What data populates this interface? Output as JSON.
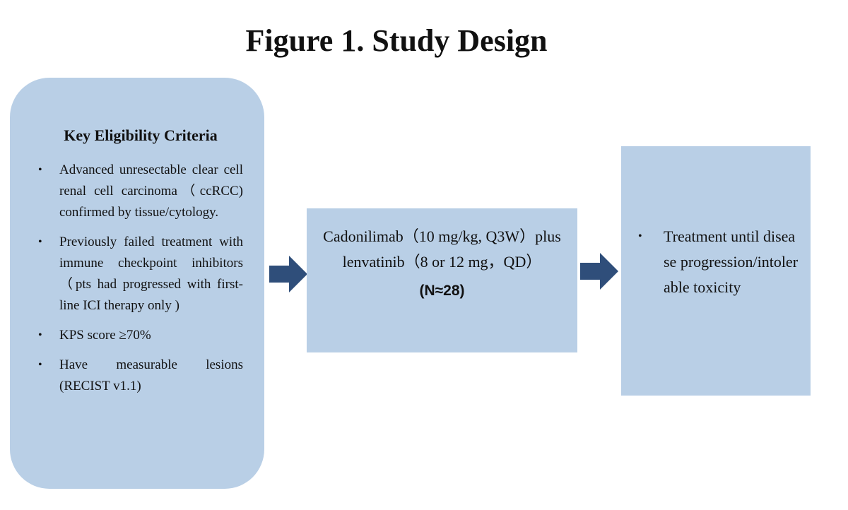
{
  "title": "Figure 1. Study Design",
  "eligibility": {
    "heading": "Key Eligibility Criteria",
    "items": [
      "Advanced unresectable clear cell renal cell carcinoma（ccRCC) confirmed by tissue/cytology.",
      "Previously failed treatment with immune checkpoint inhibitors（pts had progressed with first-line ICI therapy only )",
      "KPS score ≥70%",
      "Have measurable lesions (RECIST v1.1)"
    ]
  },
  "treatment": {
    "text": "Cadonilimab（10 mg/kg, Q3W）plus lenvatinib（8 or 12 mg，QD）",
    "n": "(N≈28)"
  },
  "duration": {
    "items": [
      "Treatment until disease progression/intolerable toxicity"
    ]
  },
  "colors": {
    "box_fill": "#b9cfe6",
    "arrow_fill": "#2f4e7a"
  },
  "icons": {
    "arrow": "right-arrow-icon"
  }
}
